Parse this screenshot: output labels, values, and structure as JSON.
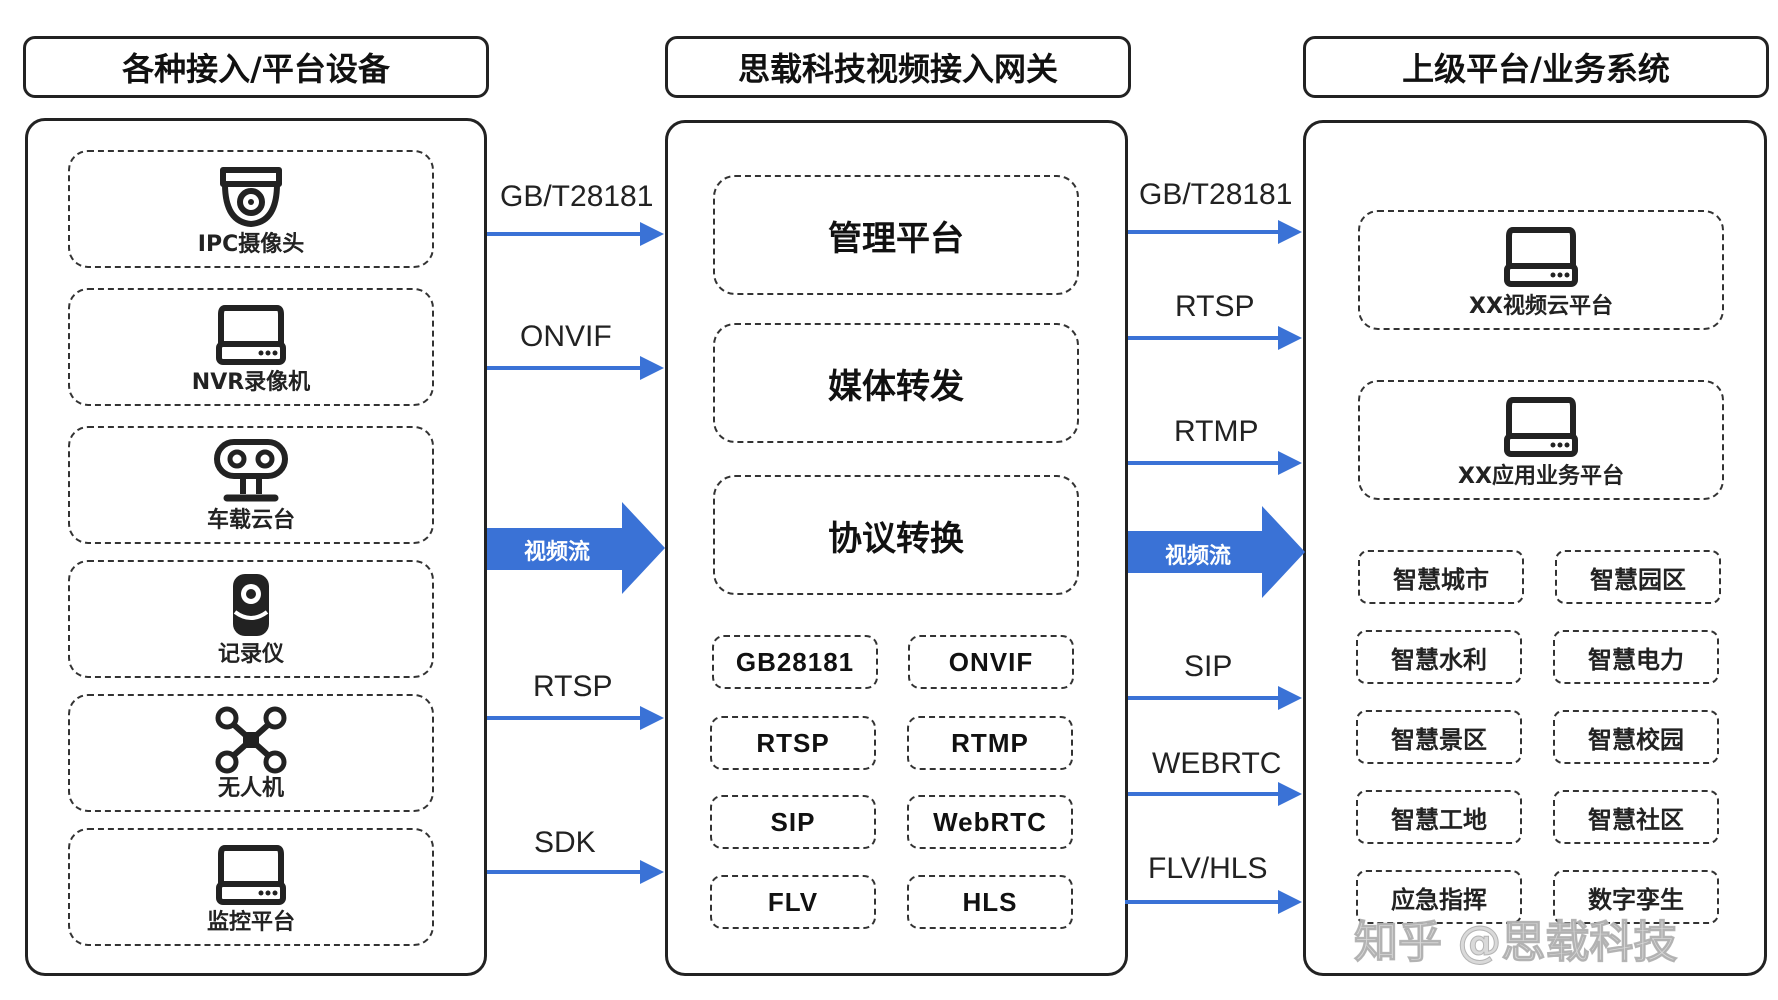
{
  "headers": {
    "left": "各种接入/平台设备",
    "middle": "思载科技视频接入网关",
    "right": "上级平台/业务系统"
  },
  "devices": [
    {
      "label": "IPC摄像头",
      "icon": "dome-camera-icon"
    },
    {
      "label": "NVR录像机",
      "icon": "nvr-recorder-icon"
    },
    {
      "label": "车载云台",
      "icon": "vehicle-gimbal-icon"
    },
    {
      "label": "记录仪",
      "icon": "body-recorder-icon"
    },
    {
      "label": "无人机",
      "icon": "drone-icon"
    },
    {
      "label": "监控平台",
      "icon": "monitor-platform-icon"
    }
  ],
  "inbound_protocols": [
    "GB/T28181",
    "ONVIF",
    "RTSP",
    "SDK"
  ],
  "stream_label_in": "视频流",
  "gateway_functions": [
    "管理平台",
    "媒体转发",
    "协议转换"
  ],
  "gateway_protocols": [
    "GB28181",
    "ONVIF",
    "RTSP",
    "RTMP",
    "SIP",
    "WebRTC",
    "FLV",
    "HLS"
  ],
  "outbound_protocols": [
    "GB/T28181",
    "RTSP",
    "RTMP",
    "SIP",
    "WEBRTC",
    "FLV/HLS"
  ],
  "stream_label_out": "视频流",
  "platforms": [
    {
      "label": "XX视频云平台",
      "icon": "server-icon"
    },
    {
      "label": "XX应用业务平台",
      "icon": "server-icon"
    }
  ],
  "business_systems": [
    "智慧城市",
    "智慧园区",
    "智慧水利",
    "智慧电力",
    "智慧景区",
    "智慧校园",
    "智慧工地",
    "智慧社区",
    "应急指挥",
    "数字孪生"
  ],
  "watermark": "知乎 @思载科技",
  "colors": {
    "arrow": "#3a72d6",
    "border": "#222222"
  }
}
